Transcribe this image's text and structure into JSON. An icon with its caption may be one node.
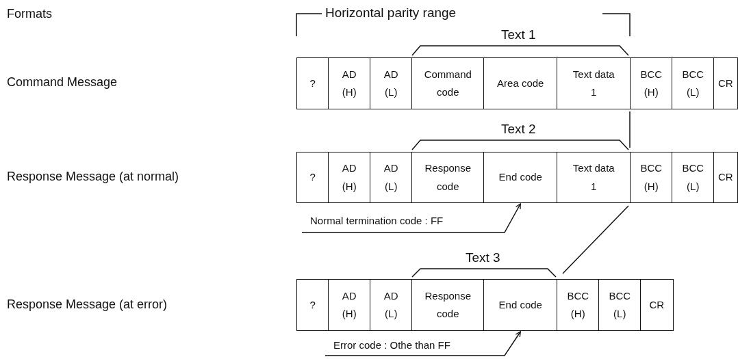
{
  "diagram": {
    "nodes": [
      {
        "text": [
          "?"
        ]
      },
      {
        "text": [
          "AD (H)"
        ]
      },
      {
        "text": [
          "AD (L)"
        ]
      },
      {
        "text": [
          "Command code"
        ]
      },
      {
        "text": [
          "Area code"
        ]
      },
      {
        "text": [
          "Text data 1"
        ]
      },
      {
        "text": [
          "BCC (H)"
        ]
      },
      {
        "text": [
          "BCC (L)"
        ]
      },
      {
        "text": [
          "CR"
        ]
      },
      {
        "text": [
          "?"
        ]
      },
      {
        "text": [
          "AD (H)"
        ]
      },
      {
        "text": [
          "AD (L)"
        ]
      },
      {
        "text": [
          "Response code"
        ]
      },
      {
        "text": [
          "End code"
        ]
      },
      {
        "text": [
          "Text data 1"
        ]
      },
      {
        "text": [
          "BCC (H)"
        ]
      },
      {
        "text": [
          "BCC (L)"
        ]
      },
      {
        "text": [
          "CR"
        ]
      },
      {
        "text": [
          "Normal termination code : FF"
        ]
      },
      {
        "text": [
          "?"
        ]
      },
      {
        "text": [
          "AD (H)"
        ]
      },
      {
        "text": [
          "AD (L)"
        ]
      },
      {
        "text": [
          "Response code"
        ]
      },
      {
        "text": [
          "End code"
        ]
      },
      {
        "text": [
          "BCC (H)"
        ]
      },
      {
        "text": [
          "BCC (L)"
        ]
      },
      {
        "text": [
          "CR"
        ]
      },
      {
        "text": [
          "Error code : Othe than FF"
        ]
      }
    ],
    "edges": [
      {
        "from": 18,
        "to": 13,
        "arrow": "to"
      },
      {
        "from": 27,
        "to": 23,
        "arrow": "to"
      }
    ],
    "labels": [
      "Formats",
      "Horizontal parity range",
      "Text 1",
      "Command Message",
      "Text 2",
      "Response Message (at normal)",
      "Text 3",
      "Response Message (at error)"
    ]
  }
}
